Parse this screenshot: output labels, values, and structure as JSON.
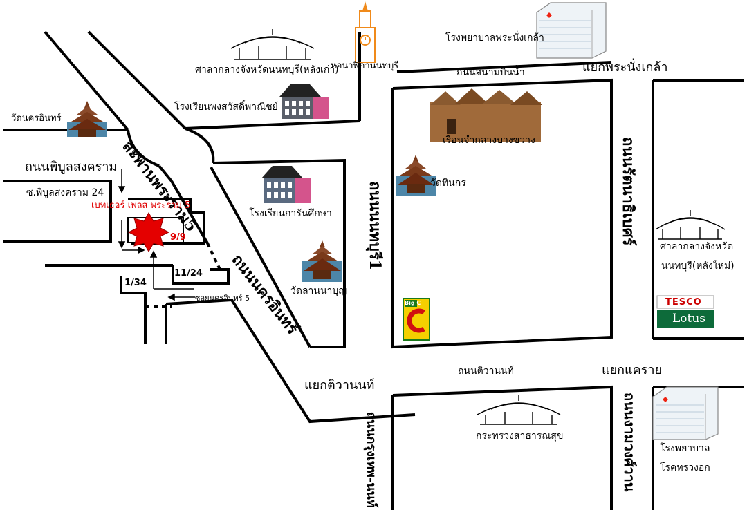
{
  "labels": {
    "wat_nakhon_in": "วัดนครอินทร์",
    "sala_old": "ศาลากลางจังหวัดนนทบุรี(หลังเก่า)",
    "hor_nalika": "หอนาฬิกานนทบุรี",
    "hosp_phranangklao": "โรงพยาบาลพระนั่งเกล้า",
    "rd_sanambinnam": "ถนนสนามบินน้ำ",
    "jn_phranangklao": "แยกพระนั่งเกล้า",
    "school_phongsawat": "โรงเรียนพงสวัสดิ์พาณิชย์",
    "bridge_rama5": "สะพานพระราม5",
    "rd_phibun": "ถนนพิบูลสงคราม",
    "soi_phibun24": "ซ.พิบูลสงคราม 24",
    "hotel_name": "เบทเธอร์ เพลส พระราม 5",
    "addr_99": "9/9",
    "addr_134": "1/34",
    "addr_1124": "11/24",
    "soi_nakhon5": "ซอยนครอินทร์ 5",
    "rd_nakhon_in": "ถนนนครอินทร์",
    "school_karan": "โรงเรียนการันศึกษา",
    "wat_lanbun": "วัดลานนาบุญ",
    "ruean_jam": "เรือนจำกลางบางขวาง",
    "wat_thinakon": "วัดทินกร",
    "rd_nonthaburi1": "ถนนนนทบุรี1",
    "rd_rattanathibet": "ถนนรัตนาธิเบศร์",
    "sala_new_1": "ศาลากลางจังหวัด",
    "sala_new_2": "นนทบุรี(หลังใหม่)",
    "tesco": "TESCO",
    "lotus": "Lotus",
    "big_c": "Big C",
    "jn_tiwanon": "แยกติวานนท์",
    "rd_tiwanon": "ถนนติวานนท์",
    "jn_khae_rai": "แยกแคราย",
    "moph": "กระทรวงสาธารณสุข",
    "rd_krungthep_non": "ถนนกรุงเทพ-นนท์",
    "rd_ngamwongwan": "ถนนงามวงศ์วาน",
    "hosp_chest_1": "โรงพยาบาล",
    "hosp_chest_2": "โรคทรวงอก"
  },
  "colors": {
    "hotel": "#e40000",
    "hotel_text": "#e00000",
    "clock_tower": "#f08a1a",
    "road_line": "#000000"
  },
  "icons": [
    "temple-icon",
    "pavilion-icon",
    "clock-tower-icon",
    "hospital-icon",
    "school-icon",
    "prison-icon",
    "hotel-marker-icon",
    "big-c-logo",
    "tesco-lotus-logo"
  ]
}
